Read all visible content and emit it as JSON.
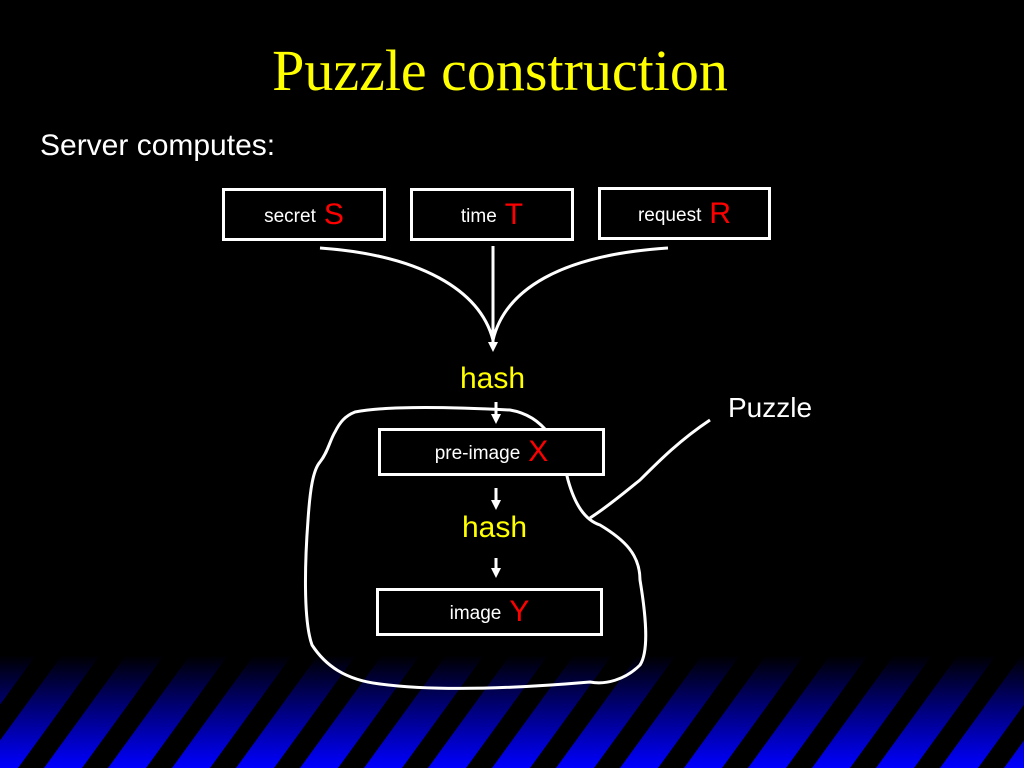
{
  "slide": {
    "title": "Puzzle construction",
    "subtitle": "Server computes:",
    "inputs": [
      {
        "label": "secret",
        "var": "S"
      },
      {
        "label": "time",
        "var": "T"
      },
      {
        "label": "request",
        "var": "R"
      }
    ],
    "hash1": "hash",
    "preimage": {
      "label": "pre-image",
      "var": "X"
    },
    "hash2": "hash",
    "image": {
      "label": "image",
      "var": "Y"
    },
    "puzzle_label": "Puzzle"
  },
  "colors": {
    "background": "#000000",
    "title": "#ffff00",
    "text": "#ffffff",
    "variable": "#ff0000",
    "hash_text": "#ffff00",
    "stripe_blue": "#0000ff"
  }
}
